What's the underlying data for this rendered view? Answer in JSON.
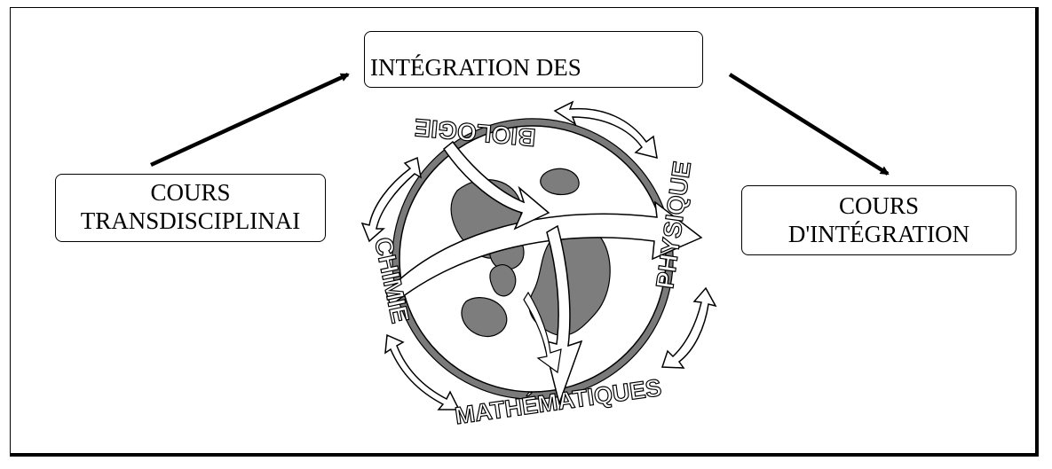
{
  "boxes": {
    "top": {
      "text": "INTÉGRATION DES"
    },
    "left": {
      "line1": "COURS",
      "line2": "TRANSDISCIPLINAI"
    },
    "right": {
      "line1": "COURS",
      "line2": "D'INTÉGRATION"
    }
  },
  "disciplines": {
    "biologie": "BIOLOGIE",
    "physique": "PHYSIQUE",
    "chimie": "CHIMIE",
    "mathematiques": "MATHÉMATIQUES"
  },
  "colors": {
    "line": "#000000",
    "globe_ring": "#7a7a7a",
    "land": "#7d7d7d",
    "background": "#ffffff"
  }
}
